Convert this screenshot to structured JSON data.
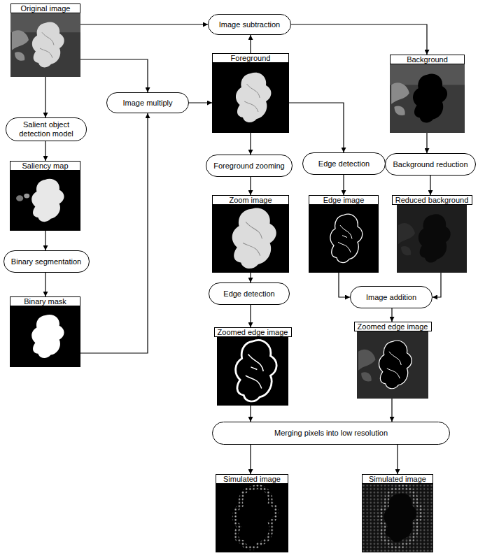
{
  "diagram": {
    "nodes": [
      {
        "text": [
          "Original image"
        ]
      },
      {
        "text": [
          "Image subtraction"
        ]
      },
      {
        "text": [
          "Background"
        ]
      },
      {
        "text": [
          "Image multiply"
        ]
      },
      {
        "text": [
          "Foreground"
        ]
      },
      {
        "text": [
          "Salient object detection model"
        ]
      },
      {
        "text": [
          "Saliency map"
        ]
      },
      {
        "text": [
          "Foreground zooming"
        ]
      },
      {
        "text": [
          "Edge detection"
        ]
      },
      {
        "text": [
          "Background reduction"
        ]
      },
      {
        "text": [
          "Zoom image"
        ]
      },
      {
        "text": [
          "Edge image"
        ]
      },
      {
        "text": [
          "Reduced background"
        ]
      },
      {
        "text": [
          "Binary segmentation"
        ]
      },
      {
        "text": [
          "Edge detection"
        ]
      },
      {
        "text": [
          "Image addition"
        ]
      },
      {
        "text": [
          "Binary mask"
        ]
      },
      {
        "text": [
          "Zoomed edge image"
        ]
      },
      {
        "text": [
          "Zoomed edge image"
        ]
      },
      {
        "text": [
          "Merging pixels into low resolution"
        ]
      },
      {
        "text": [
          "Simulated image"
        ]
      },
      {
        "text": [
          "Simulated image"
        ]
      }
    ],
    "edges": [
      {
        "from": 0,
        "to": 1,
        "arrow": "to"
      },
      {
        "from": 0,
        "to": 3,
        "arrow": "to"
      },
      {
        "from": 0,
        "to": 5,
        "arrow": "to"
      },
      {
        "from": 3,
        "to": 4,
        "arrow": "to"
      },
      {
        "from": 4,
        "to": 1,
        "arrow": "to"
      },
      {
        "from": 1,
        "to": 2,
        "arrow": "to"
      },
      {
        "from": 5,
        "to": 6,
        "arrow": "to"
      },
      {
        "from": 6,
        "to": 13,
        "arrow": "to"
      },
      {
        "from": 13,
        "to": 16,
        "arrow": "to"
      },
      {
        "from": 16,
        "to": 3,
        "arrow": "to"
      },
      {
        "from": 4,
        "to": 7,
        "arrow": "to"
      },
      {
        "from": 4,
        "to": 8,
        "arrow": "to"
      },
      {
        "from": 2,
        "to": 9,
        "arrow": "to"
      },
      {
        "from": 7,
        "to": 10,
        "arrow": "to"
      },
      {
        "from": 8,
        "to": 11,
        "arrow": "to"
      },
      {
        "from": 9,
        "to": 12,
        "arrow": "to"
      },
      {
        "from": 10,
        "to": 14,
        "arrow": "to"
      },
      {
        "from": 11,
        "to": 15,
        "arrow": "to"
      },
      {
        "from": 12,
        "to": 15,
        "arrow": "to"
      },
      {
        "from": 15,
        "to": 18,
        "arrow": "to"
      },
      {
        "from": 14,
        "to": 17,
        "arrow": "to"
      },
      {
        "from": 17,
        "to": 19,
        "arrow": "to"
      },
      {
        "from": 18,
        "to": 19,
        "arrow": "to"
      },
      {
        "from": 19,
        "to": 20,
        "arrow": "to"
      },
      {
        "from": 19,
        "to": 21,
        "arrow": "to"
      }
    ]
  }
}
